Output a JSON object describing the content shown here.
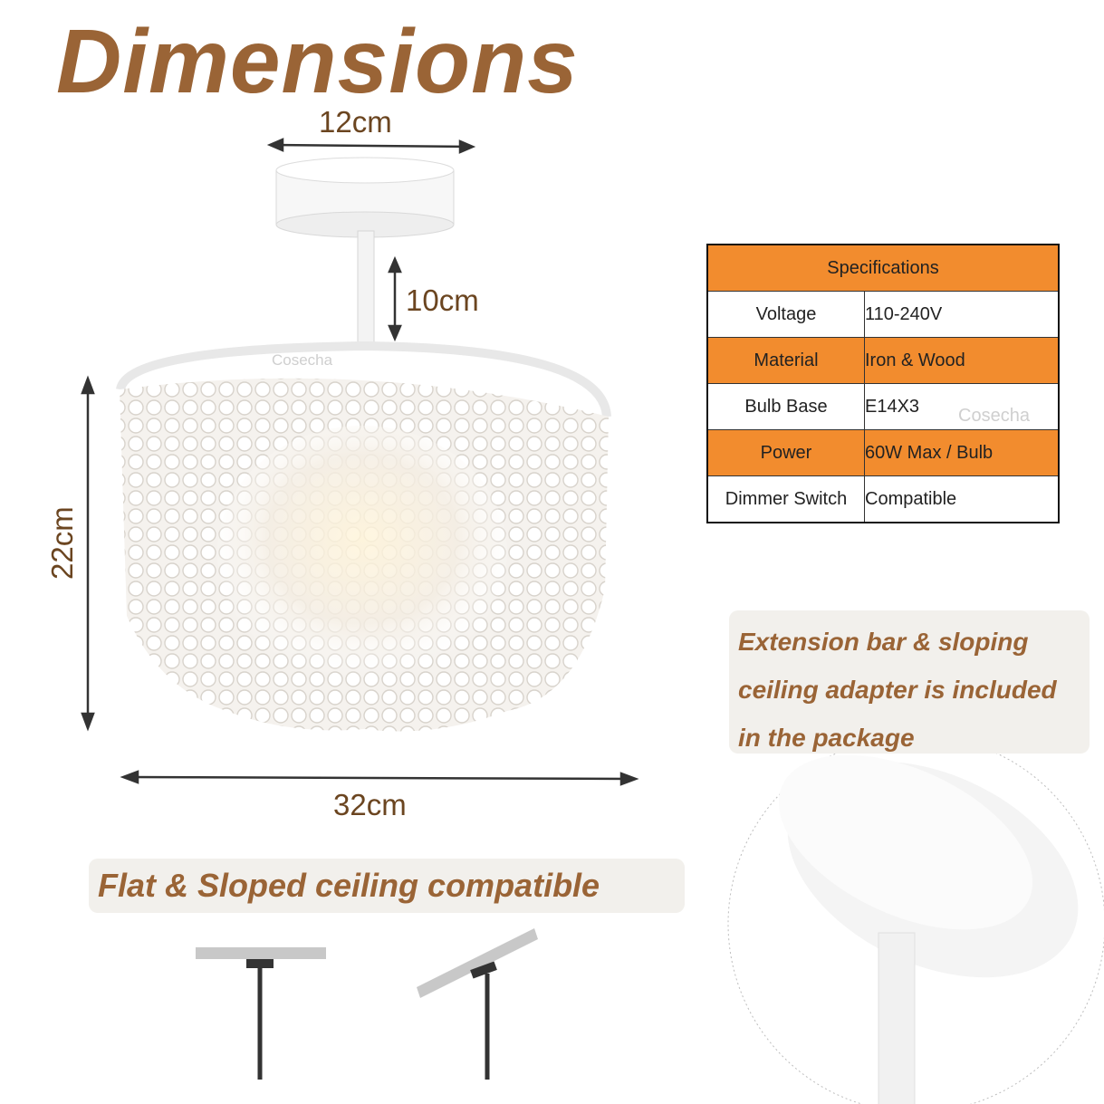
{
  "title": "Dimensions",
  "dimensions": {
    "canopy": "12cm",
    "drop": "10cm",
    "height": "22cm",
    "width": "32cm"
  },
  "specifications": {
    "title": "Specifications",
    "rows": [
      {
        "key": "Voltage",
        "value": "110-240V"
      },
      {
        "key": "Material",
        "value": "Iron & Wood"
      },
      {
        "key": "Bulb Base",
        "value": "E14X3"
      },
      {
        "key": "Power",
        "value": "60W Max / Bulb"
      },
      {
        "key": "Dimmer Switch",
        "value": "Compatible"
      }
    ]
  },
  "extension_note": {
    "line1": "Extension bar & sloping",
    "line2": "ceiling adapter is included",
    "line3": "in the package"
  },
  "ceiling_note": "Flat & Sloped ceiling compatible",
  "watermark": "Cosecha",
  "colors": {
    "title_brown": "#9a6436",
    "dimension_text": "#6b4520",
    "table_orange": "#f28c2e",
    "callout_bg": "#f2f0ec"
  }
}
